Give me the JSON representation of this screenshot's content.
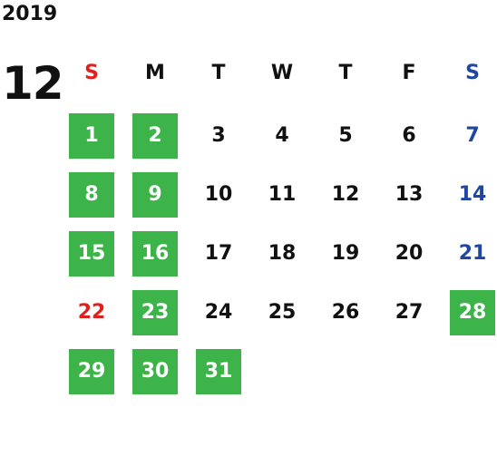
{
  "calendar": {
    "year": "2019",
    "month": "12",
    "weekdays": [
      "S",
      "M",
      "T",
      "W",
      "T",
      "F",
      "S"
    ],
    "colors": {
      "highlight": "#3cb44a",
      "sunday": "#e0201c",
      "saturday": "#1f46a0",
      "text": "#111111"
    },
    "weeks": [
      [
        {
          "day": "1",
          "highlighted": true
        },
        {
          "day": "2",
          "highlighted": true
        },
        {
          "day": "3",
          "highlighted": false
        },
        {
          "day": "4",
          "highlighted": false
        },
        {
          "day": "5",
          "highlighted": false
        },
        {
          "day": "6",
          "highlighted": false
        },
        {
          "day": "7",
          "highlighted": false
        }
      ],
      [
        {
          "day": "8",
          "highlighted": true
        },
        {
          "day": "9",
          "highlighted": true
        },
        {
          "day": "10",
          "highlighted": false
        },
        {
          "day": "11",
          "highlighted": false
        },
        {
          "day": "12",
          "highlighted": false
        },
        {
          "day": "13",
          "highlighted": false
        },
        {
          "day": "14",
          "highlighted": false
        }
      ],
      [
        {
          "day": "15",
          "highlighted": true
        },
        {
          "day": "16",
          "highlighted": true
        },
        {
          "day": "17",
          "highlighted": false
        },
        {
          "day": "18",
          "highlighted": false
        },
        {
          "day": "19",
          "highlighted": false
        },
        {
          "day": "20",
          "highlighted": false
        },
        {
          "day": "21",
          "highlighted": false
        }
      ],
      [
        {
          "day": "22",
          "highlighted": false
        },
        {
          "day": "23",
          "highlighted": true
        },
        {
          "day": "24",
          "highlighted": false
        },
        {
          "day": "25",
          "highlighted": false
        },
        {
          "day": "26",
          "highlighted": false
        },
        {
          "day": "27",
          "highlighted": false
        },
        {
          "day": "28",
          "highlighted": true
        }
      ],
      [
        {
          "day": "29",
          "highlighted": true
        },
        {
          "day": "30",
          "highlighted": true
        },
        {
          "day": "31",
          "highlighted": true
        }
      ]
    ]
  }
}
